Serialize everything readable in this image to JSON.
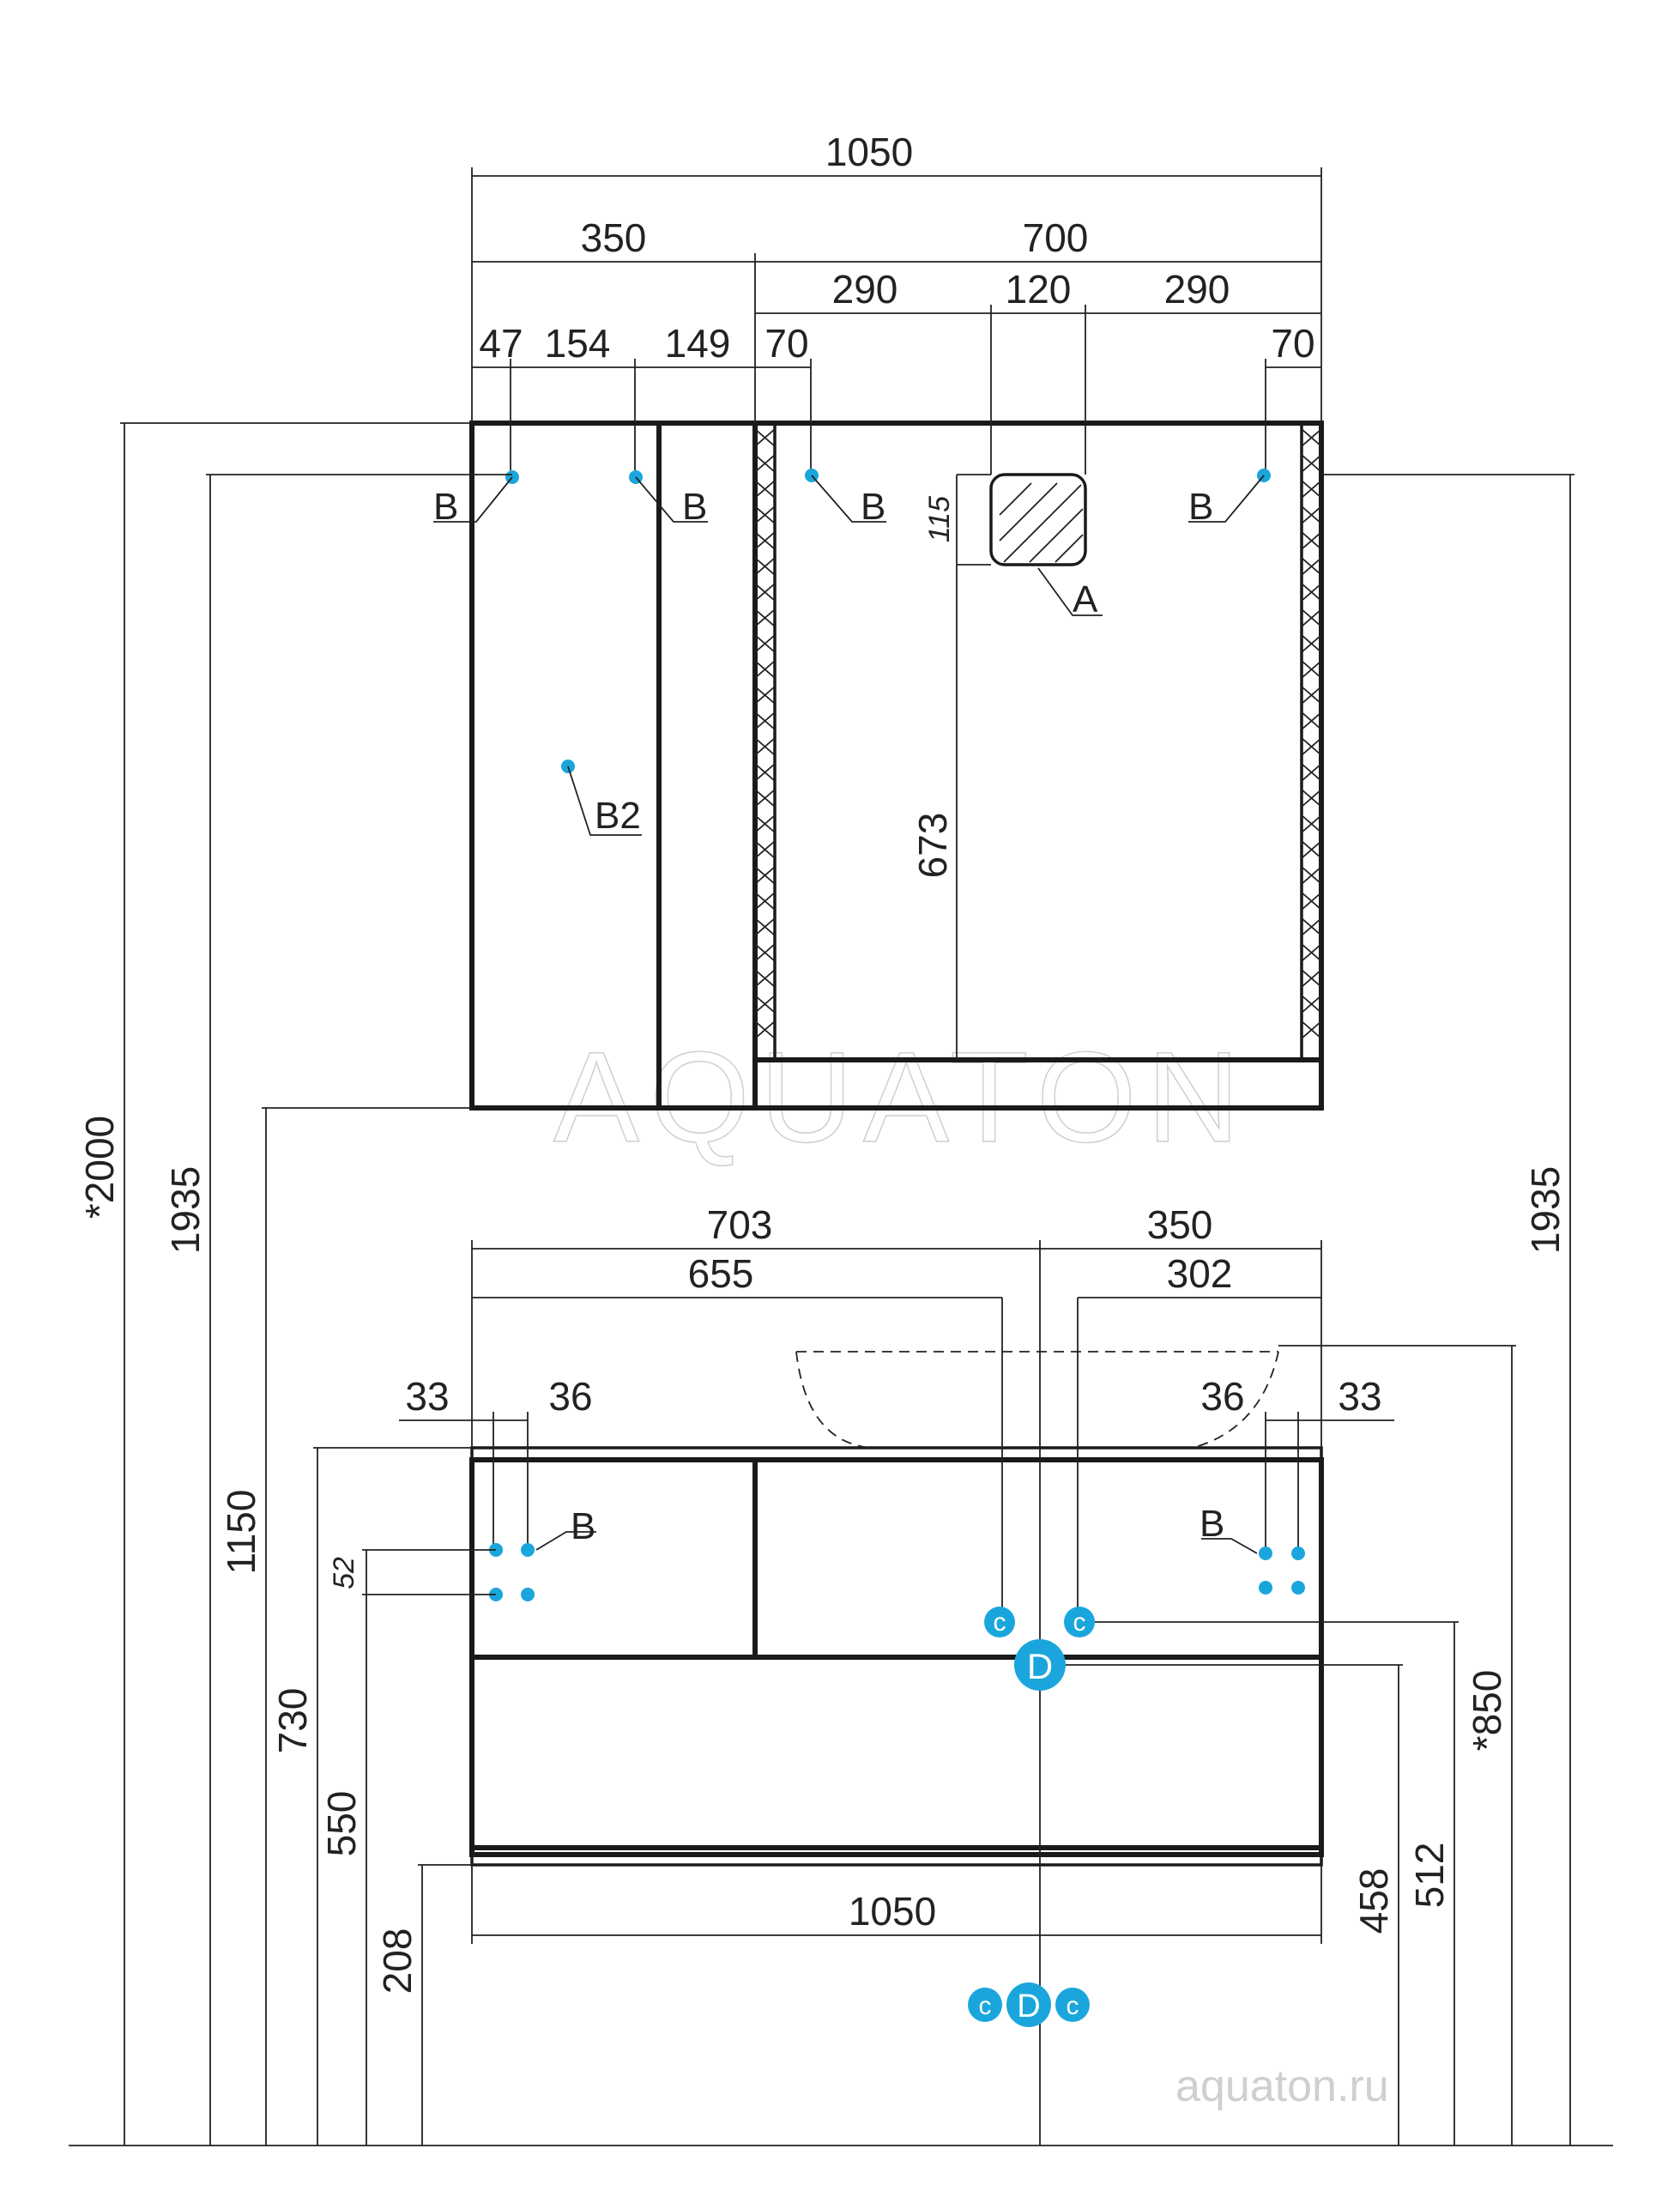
{
  "top_dims": {
    "overall_width": "1050",
    "left_width": "350",
    "right_width": "700",
    "sub_290_left": "290",
    "sub_120": "120",
    "sub_290_right": "290",
    "left_47": "47",
    "left_154": "154",
    "left_149": "149",
    "right_70_left": "70",
    "right_70_right": "70",
    "light_height": "115",
    "light_to_bottom": "673"
  },
  "heights": {
    "total_star": "*2000",
    "left_1935": "1935",
    "right_1935": "1935",
    "h_1150": "1150",
    "h_730": "730",
    "h_550": "550",
    "h_208": "208",
    "h_52": "52",
    "h_458": "458",
    "h_512": "512",
    "h_850_star": "*850"
  },
  "bottom_dims": {
    "w_703": "703",
    "w_350": "350",
    "w_655": "655",
    "w_302": "302",
    "left_33": "33",
    "left_36": "36",
    "right_36": "36",
    "right_33": "33",
    "bottom_width": "1050"
  },
  "labels": {
    "b": "B",
    "b2": "B2",
    "a": "A",
    "c": "c",
    "d": "D"
  },
  "watermark": "AQUATON",
  "site": "aquaton.ru",
  "colors": {
    "accent": "#1aa6dc",
    "line": "#1a1a1a"
  }
}
